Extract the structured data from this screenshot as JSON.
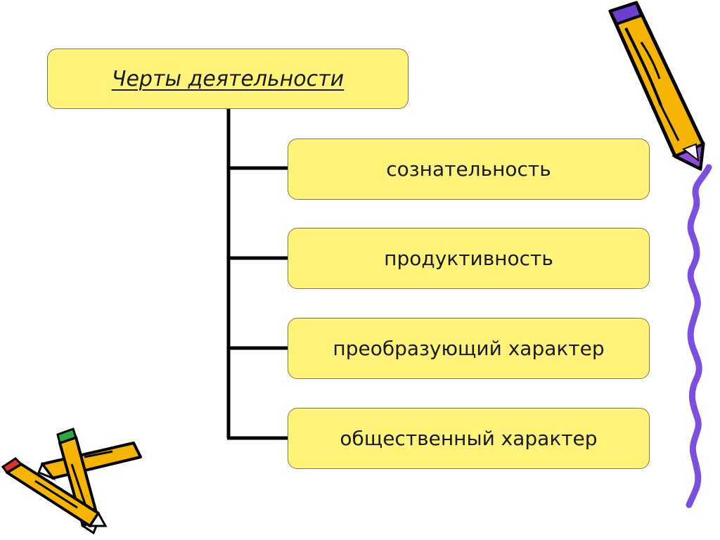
{
  "diagram": {
    "root": {
      "label": "Черты деятельности"
    },
    "children": [
      {
        "label": "сознательность"
      },
      {
        "label": "продуктивность"
      },
      {
        "label": "преобразующий характер"
      },
      {
        "label": "общественный характер"
      }
    ]
  },
  "colors": {
    "box_fill": "#fff37a",
    "box_border": "#7a7a4a",
    "connector": "#000000",
    "pencil_body": "#f5b400",
    "pencil_outline": "#000000",
    "pencil_tip_purple": "#8a4fd6",
    "squiggle_line": "#7b4fe0"
  },
  "icons": [
    "pencil-icon",
    "crossed-pencils-icon",
    "squiggle-line"
  ]
}
